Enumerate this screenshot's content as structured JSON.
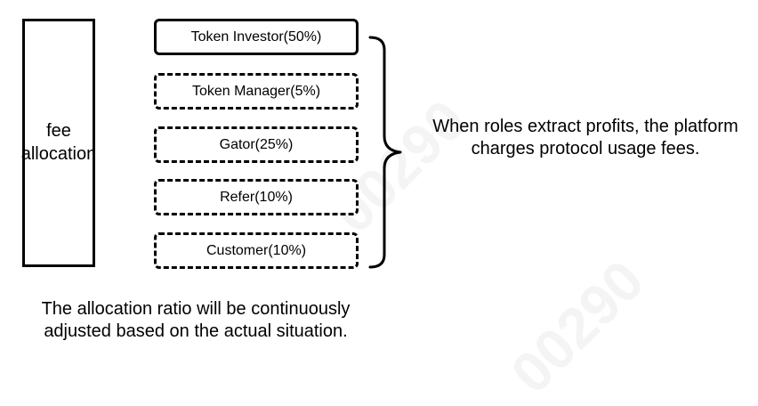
{
  "fee_allocation": {
    "label": "fee\nallocation"
  },
  "roles": [
    {
      "label": "Token Investor(50%)",
      "style": "solid"
    },
    {
      "label": "Token Manager(5%)",
      "style": "dashed"
    },
    {
      "label": "Gator(25%)",
      "style": "dashed"
    },
    {
      "label": "Refer(10%)",
      "style": "dashed"
    },
    {
      "label": "Customer(10%)",
      "style": "dashed"
    }
  ],
  "notes": {
    "right": "When roles extract profits, the platform charges protocol usage fees.",
    "bottom": "The allocation ratio will be continuously adjusted based on the actual situation."
  }
}
